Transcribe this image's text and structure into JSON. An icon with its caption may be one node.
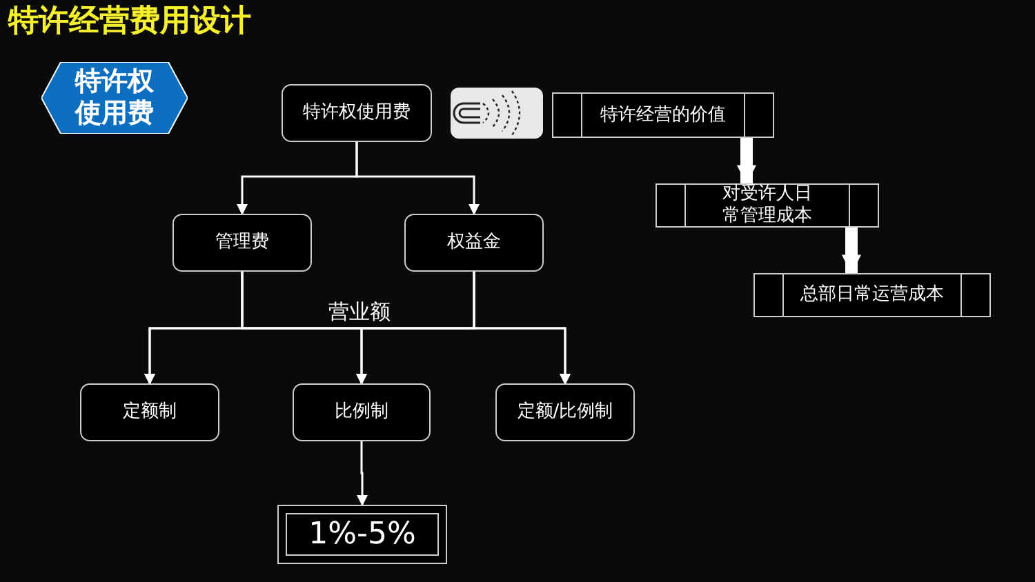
{
  "diagram": {
    "title": "特许经营费用设计",
    "nodes": [
      {
        "text": [
          "特许权使用费"
        ]
      },
      {
        "text": [
          "特许权使用费"
        ]
      },
      {
        "text": [
          "特许经营的价值"
        ]
      },
      {
        "text": [
          "对受许人日常管理成本"
        ]
      },
      {
        "text": [
          "管理费"
        ]
      },
      {
        "text": [
          "权益金"
        ]
      },
      {
        "text": [
          "总部日常运营成本"
        ]
      },
      {
        "text": [
          "定额制"
        ]
      },
      {
        "text": [
          "比例制"
        ]
      },
      {
        "text": [
          "定额/比例制"
        ]
      },
      {
        "text": [
          "1%-5%"
        ]
      }
    ],
    "edges": [
      {
        "from": 1,
        "to": 4,
        "arrow": "to"
      },
      {
        "from": 1,
        "to": 5,
        "arrow": "to"
      },
      {
        "from": 4,
        "to": 7,
        "arrow": "to"
      },
      {
        "from": 4,
        "to": 8,
        "arrow": "to"
      },
      {
        "from": 4,
        "to": 9,
        "arrow": "to"
      },
      {
        "from": 5,
        "to": 7,
        "arrow": "to"
      },
      {
        "from": 5,
        "to": 8,
        "arrow": "to"
      },
      {
        "from": 5,
        "to": 9,
        "arrow": "to"
      },
      {
        "from": 8,
        "to": 10,
        "arrow": "to"
      },
      {
        "from": 2,
        "to": 3,
        "arrow": "to",
        "style": "thick"
      },
      {
        "from": 3,
        "to": 6,
        "arrow": "to",
        "style": "thick"
      }
    ],
    "labels": [
      "营业额"
    ]
  }
}
